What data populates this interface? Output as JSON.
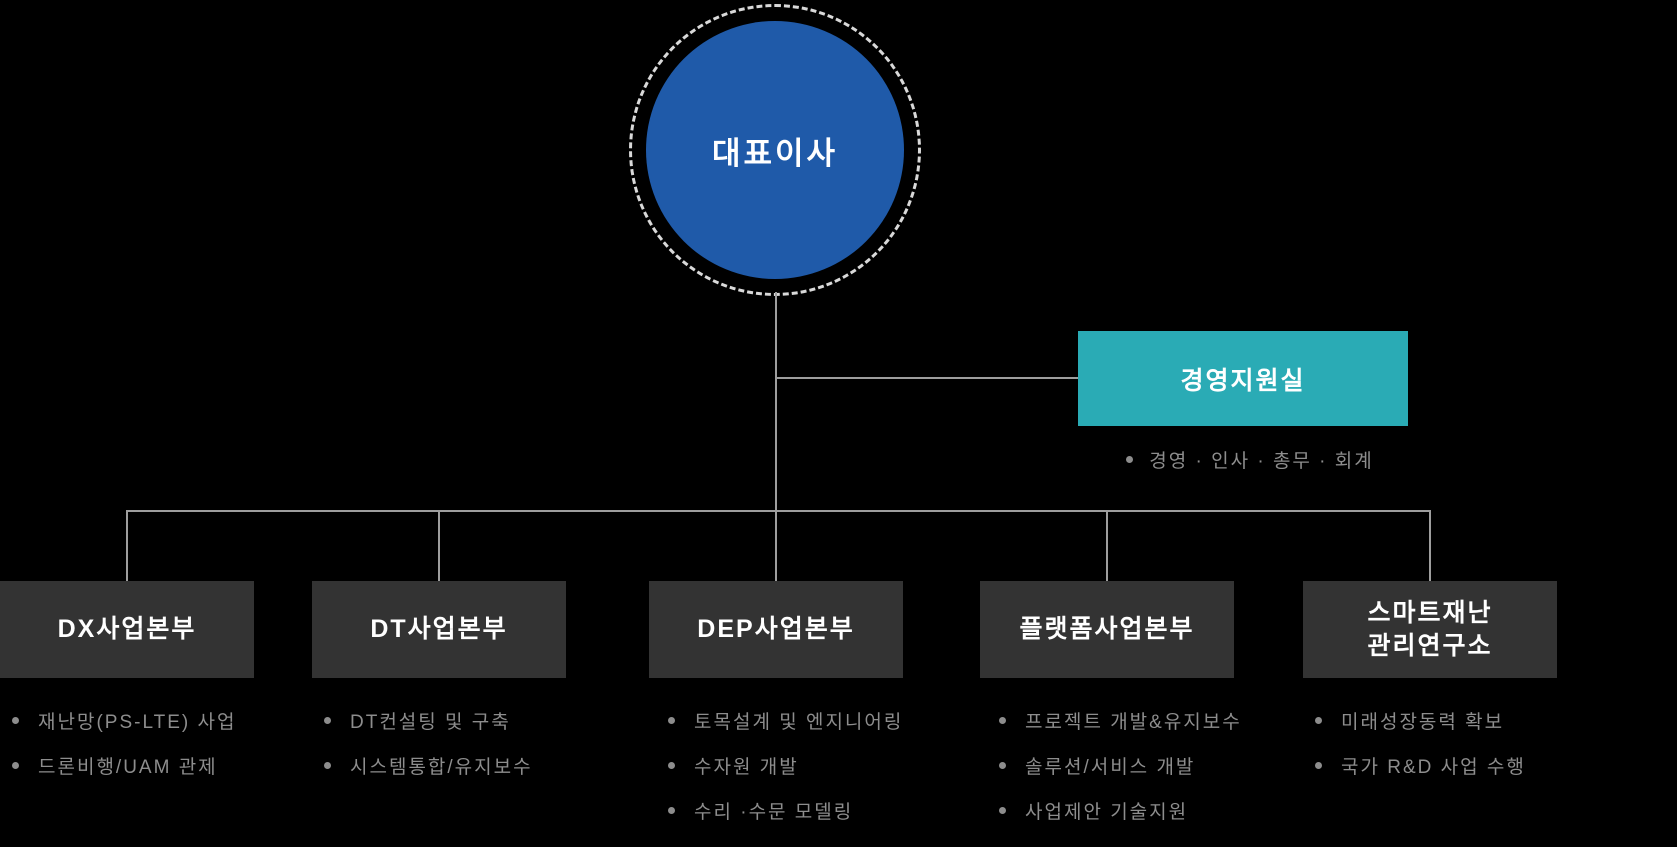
{
  "colors": {
    "background": "#000000",
    "ceo_blue": "#1f5aa9",
    "support_teal": "#2aabb5",
    "dept_box_gray": "#333333",
    "bullet_text_gray": "#8d8d8d",
    "connector_line_gray": "#9e9e9e",
    "dashed_ring": "#d9d9d9",
    "title_text": "#ffffff"
  },
  "ceo": {
    "label": "대표이사"
  },
  "support": {
    "title": "경영지원실",
    "bullet": "경영 · 인사 · 총무 · 회계"
  },
  "departments": [
    {
      "title": "DX사업본부",
      "bullets": [
        "재난망(PS-LTE) 사업",
        "드론비행/UAM 관제"
      ]
    },
    {
      "title": "DT사업본부",
      "bullets": [
        "DT컨설팅 및 구축",
        "시스템통합/유지보수"
      ]
    },
    {
      "title": "DEP사업본부",
      "bullets": [
        "토목설계 및 엔지니어링",
        "수자원 개발",
        "수리 ·수문 모델링"
      ]
    },
    {
      "title": "플랫폼사업본부",
      "bullets": [
        "프로젝트 개발&유지보수",
        "솔루션/서비스 개발",
        "사업제안 기술지원"
      ]
    },
    {
      "title": "스마트재난\n관리연구소",
      "bullets": [
        "미래성장동력 확보",
        "국가 R&D 사업 수행"
      ]
    }
  ]
}
